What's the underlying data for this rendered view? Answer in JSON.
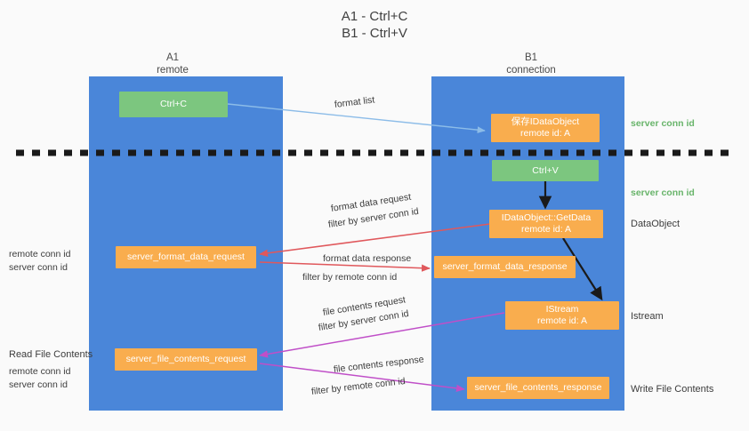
{
  "title": {
    "line1": "A1 - Ctrl+C",
    "line2": "B1 - Ctrl+V"
  },
  "colors": {
    "lane": "#4a86d9",
    "node_orange": "#f9ad4e",
    "node_green": "#7cc67f",
    "server_conn": "#68b46a",
    "remote_conn": "#b84fc6",
    "arrow_blue": "#8cbce8",
    "arrow_red": "#e0585c",
    "arrow_purple": "#c04fc8",
    "arrow_black": "#1a1a1a",
    "background": "#fafafa"
  },
  "lanes": [
    {
      "id": "a1",
      "head_line1": "A1",
      "head_line2": "remote"
    },
    {
      "id": "b1",
      "head_line1": "B1",
      "head_line2": "connection"
    }
  ],
  "nodes": [
    {
      "id": "ctrl-c",
      "line1": "Ctrl+C",
      "line2": ""
    },
    {
      "id": "save-idataobject",
      "line1": "保存IDataObject",
      "line2": "remote id: A"
    },
    {
      "id": "ctrl-v",
      "line1": "Ctrl+V",
      "line2": ""
    },
    {
      "id": "getdata",
      "line1": "IDataObject::GetData",
      "line2": "remote id: A"
    },
    {
      "id": "server-format-data-request",
      "line1": "server_format_data_request",
      "line2": ""
    },
    {
      "id": "server-format-data-response",
      "line1": "server_format_data_response",
      "line2": ""
    },
    {
      "id": "istream",
      "line1": "IStream",
      "line2": "remote id: A"
    },
    {
      "id": "server-file-contents-request",
      "line1": "server_file_contents_request",
      "line2": ""
    },
    {
      "id": "server-file-contents-response",
      "line1": "server_file_contents_response",
      "line2": ""
    }
  ],
  "edge_labels": {
    "format_list": "format list",
    "format_data_request": "format data request",
    "format_data_response": "format data response",
    "file_contents_request": "file contents request",
    "file_contents_response": "file contents response",
    "filter_by": "filter by",
    "server_conn_id": "server conn id",
    "remote_conn_id": "remote conn id"
  },
  "right_labels": [
    {
      "id": "server-conn-id-top",
      "text": "server conn id",
      "kind": "server"
    },
    {
      "id": "server-conn-id-mid",
      "text": "server conn id",
      "kind": "server"
    },
    {
      "id": "dataobject",
      "text": "DataObject",
      "kind": "plain"
    },
    {
      "id": "istream",
      "text": "Istream",
      "kind": "plain"
    },
    {
      "id": "write-file-contents",
      "text": "Write File Contents",
      "kind": "plain"
    }
  ],
  "left_labels": {
    "group_top": {
      "remote": "remote conn id",
      "server": "server conn id"
    },
    "read_file_contents": "Read File Contents",
    "group_bottom": {
      "remote": "remote conn id",
      "server": "server conn id"
    }
  }
}
